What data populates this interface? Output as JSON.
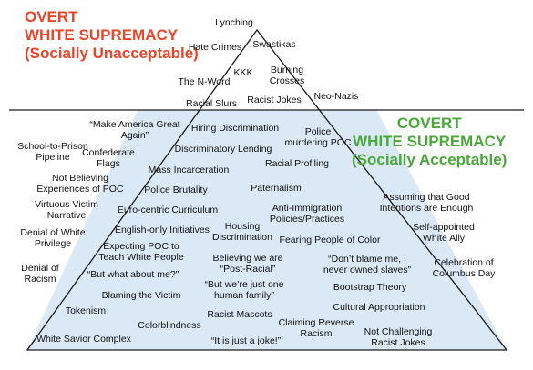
{
  "colors": {
    "overt_title": "#e8462a",
    "covert_title": "#49a83a",
    "pyramid_fill": "#dbe9f6",
    "pyramid_stroke": "#1a1a1a"
  },
  "overt": {
    "title_lines": [
      "OVERT",
      "WHITE SUPREMACY",
      "(Socially Unacceptable)"
    ],
    "labels": {
      "lynching": "Lynching",
      "hate_crimes": "Hate Crimes",
      "swastikas": "Swastikas",
      "kkk": "KKK",
      "burning_crosses": "Burning\nCrosses",
      "n_word": "The N-Word",
      "neo_nazis": "Neo-Nazis",
      "racial_slurs": "Racial Slurs",
      "racist_jokes": "Racist Jokes"
    }
  },
  "covert": {
    "title_lines": [
      "COVERT",
      "WHITE SUPREMACY",
      "(Socially Acceptable)"
    ],
    "labels": {
      "make_america_great": "“Make America Great\nAgain”",
      "hiring_discrimination": "Hiring Discrimination",
      "police_murdering_poc": "Police\nmurdering POC",
      "school_to_prison": "School-to-Prison\nPipeline",
      "confederate_flags": "Confederate\nFlags",
      "discriminatory_lending": "Discriminatory Lending",
      "racial_profiling": "Racial Profiling",
      "mass_incarceration": "Mass Incarceration",
      "not_believing": "Not Believing\nExperiences of POC",
      "police_brutality": "Police Brutality",
      "paternalism": "Paternalism",
      "assuming_good": "Assuming that Good\nIntentions are Enough",
      "virtuous_victim": "Virtuous Victim\nNarrative",
      "eurocentric": "Euro-centric Curriculum",
      "anti_immigration": "Anti-Immigration\nPolicies/Practices",
      "self_appointed": "Self-appointed\nWhite Ally",
      "denial_privilege": "Denial of White\nPrivilege",
      "english_only": "English-only Initiatives",
      "housing_discrimination": "Housing\nDiscrimination",
      "fearing_poc": "Fearing People of Color",
      "expecting_poc": "Expecting POC to\nTeach White People",
      "post_racial": "Believing we are\n“Post-Racial”",
      "dont_blame_me": "“Don’t blame me, I\nnever owned slaves”",
      "columbus_day": "Celebration of\nColumbus Day",
      "denial_racism": "Denial of\nRacism",
      "what_about_me": "“But what about me?”",
      "one_human_family": "“But we’re just one\nhuman family”",
      "bootstrap_theory": "Bootstrap Theory",
      "blaming_victim": "Blaming the Victim",
      "cultural_appropriation": "Cultural Appropriation",
      "tokenism": "Tokenism",
      "racist_mascots": "Racist Mascots",
      "colorblindness": "Colorblindness",
      "claiming_reverse": "Claiming Reverse\nRacism",
      "not_challenging": "Not Challenging\nRacist Jokes",
      "white_savior": "White Savior Complex",
      "just_a_joke": "“It is just a joke!”"
    }
  }
}
